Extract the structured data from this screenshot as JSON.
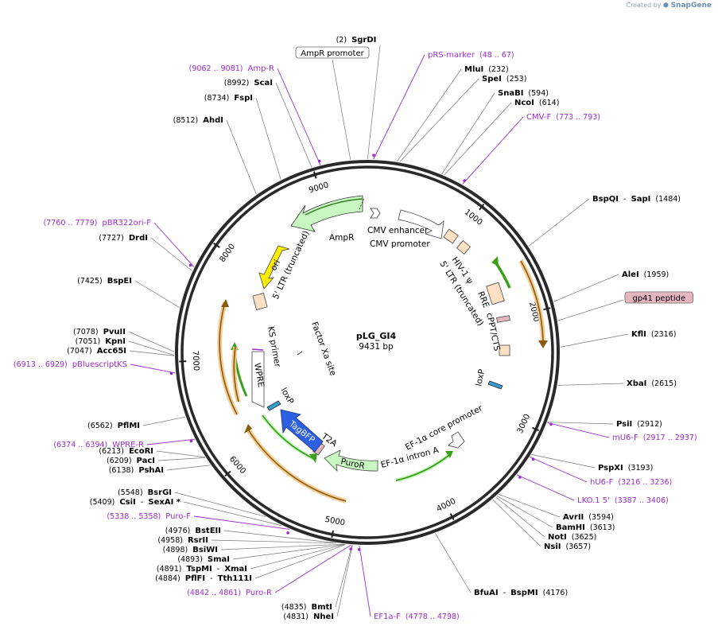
{
  "brand": {
    "created_by": "Created by",
    "product": "SnapGene"
  },
  "plasmid": {
    "name": "pLG_GI4",
    "size": "9431 bp",
    "length": 9431
  },
  "colors": {
    "primer": "#9b2bd0",
    "marker": "#222222",
    "ori": "#ffee00",
    "ampr": "#c9f7c2",
    "tagbfp": "#2d5fe3",
    "puror": "#c9f7c2",
    "ltr": "#ffe0c4",
    "gp41": "#e6b6bf"
  },
  "ticks": [
    {
      "bp": 1000,
      "label": "1000"
    },
    {
      "bp": 2000,
      "label": "2000"
    },
    {
      "bp": 3000,
      "label": "3000"
    },
    {
      "bp": 4000,
      "label": "4000"
    },
    {
      "bp": 5000,
      "label": "5000"
    },
    {
      "bp": 6000,
      "label": "6000"
    },
    {
      "bp": 7000,
      "label": "7000"
    },
    {
      "bp": 8000,
      "label": "8000"
    },
    {
      "bp": 9000,
      "label": "9000"
    }
  ],
  "sites": [
    {
      "id": "sgrdi",
      "bp": 2,
      "pos": "(2)",
      "name": "SgrDI",
      "side": "top"
    },
    {
      "id": "prs-marker",
      "bp": 48,
      "pos": "(48 .. 67)",
      "name": "pRS-marker",
      "type": "primer",
      "side": "right"
    },
    {
      "id": "mlui",
      "bp": 232,
      "pos": "(232)",
      "name": "MluI",
      "side": "right"
    },
    {
      "id": "spei",
      "bp": 253,
      "pos": "(253)",
      "name": "SpeI",
      "side": "right"
    },
    {
      "id": "snabi",
      "bp": 594,
      "pos": "(594)",
      "name": "SnaBI",
      "side": "right"
    },
    {
      "id": "ncoi",
      "bp": 614,
      "pos": "(614)",
      "name": "NcoI",
      "side": "right"
    },
    {
      "id": "cmv-f",
      "bp": 773,
      "pos": "(773 .. 793)",
      "name": "CMV-F",
      "type": "primer",
      "side": "right"
    },
    {
      "id": "bspqi",
      "bp": 1484,
      "pos": "(1484)",
      "name": "BspQI",
      "name2": "SapI",
      "side": "right"
    },
    {
      "id": "alei",
      "bp": 1959,
      "pos": "(1959)",
      "name": "AleI",
      "side": "right"
    },
    {
      "id": "gp41",
      "bp": 2110,
      "name": "gp41 peptide",
      "type": "box",
      "side": "right"
    },
    {
      "id": "kfli",
      "bp": 2316,
      "pos": "(2316)",
      "name": "KflI",
      "side": "right"
    },
    {
      "id": "xbai",
      "bp": 2615,
      "pos": "(2615)",
      "name": "XbaI",
      "side": "right"
    },
    {
      "id": "psii",
      "bp": 2912,
      "pos": "(2912)",
      "name": "PsiI",
      "side": "right"
    },
    {
      "id": "mu6-f",
      "bp": 2917,
      "pos": "(2917 .. 2937)",
      "name": "mU6-F",
      "type": "primer",
      "side": "right"
    },
    {
      "id": "pspxi",
      "bp": 3193,
      "pos": "(3193)",
      "name": "PspXI",
      "side": "right"
    },
    {
      "id": "hu6-f",
      "bp": 3216,
      "pos": "(3216 .. 3236)",
      "name": "hU6-F",
      "type": "primer",
      "side": "right"
    },
    {
      "id": "lko1",
      "bp": 3387,
      "pos": "(3387 .. 3406)",
      "name": "LKO.1 5'",
      "type": "primer",
      "side": "right"
    },
    {
      "id": "avrii",
      "bp": 3594,
      "pos": "(3594)",
      "name": "AvrII",
      "side": "right"
    },
    {
      "id": "bamhi",
      "bp": 3613,
      "pos": "(3613)",
      "name": "BamHI",
      "side": "right"
    },
    {
      "id": "noti",
      "bp": 3625,
      "pos": "(3625)",
      "name": "NotI",
      "side": "right"
    },
    {
      "id": "nsii",
      "bp": 3657,
      "pos": "(3657)",
      "name": "NsiI",
      "side": "right"
    },
    {
      "id": "bfuai",
      "bp": 4176,
      "pos": "(4176)",
      "name": "BfuAI",
      "name2": "BspMI",
      "side": "right"
    },
    {
      "id": "ef1a-f",
      "bp": 4778,
      "pos": "(4778 .. 4798)",
      "name": "EF1a-F",
      "type": "primer",
      "side": "right"
    },
    {
      "id": "nhei",
      "bp": 4831,
      "pos": "(4831)",
      "name": "NheI",
      "side": "left"
    },
    {
      "id": "bmti",
      "bp": 4835,
      "pos": "(4835)",
      "name": "BmtI",
      "side": "left"
    },
    {
      "id": "puro-r",
      "bp": 4842,
      "pos": "(4842 .. 4861)",
      "name": "Puro-R",
      "type": "primer",
      "side": "left"
    },
    {
      "id": "pflfi",
      "bp": 4884,
      "pos": "(4884)",
      "name": "PflFI",
      "name2": "Tth111I",
      "side": "left"
    },
    {
      "id": "tspmi",
      "bp": 4891,
      "pos": "(4891)",
      "name": "TspMI",
      "name2": "XmaI",
      "side": "left"
    },
    {
      "id": "smai",
      "bp": 4893,
      "pos": "(4893)",
      "name": "SmaI",
      "side": "left"
    },
    {
      "id": "bsiwi",
      "bp": 4898,
      "pos": "(4898)",
      "name": "BsiWI",
      "side": "left"
    },
    {
      "id": "rsrii",
      "bp": 4958,
      "pos": "(4958)",
      "name": "RsrII",
      "side": "left"
    },
    {
      "id": "bsteii",
      "bp": 4976,
      "pos": "(4976)",
      "name": "BstEII",
      "side": "left"
    },
    {
      "id": "puro-f",
      "bp": 5338,
      "pos": "(5338 .. 5358)",
      "name": "Puro-F",
      "type": "primer",
      "side": "left"
    },
    {
      "id": "csii",
      "bp": 5409,
      "pos": "(5409)",
      "name": "CsiI",
      "name2": "SexAI *",
      "side": "left"
    },
    {
      "id": "bsrgi",
      "bp": 5548,
      "pos": "(5548)",
      "name": "BsrGI",
      "side": "left"
    },
    {
      "id": "pshai",
      "bp": 6138,
      "pos": "(6138)",
      "name": "PshAI",
      "side": "left"
    },
    {
      "id": "paci",
      "bp": 6209,
      "pos": "(6209)",
      "name": "PacI",
      "side": "left"
    },
    {
      "id": "ecori",
      "bp": 6213,
      "pos": "(6213)",
      "name": "EcoRI",
      "side": "left"
    },
    {
      "id": "wpre-r",
      "bp": 6374,
      "pos": "(6374 .. 6394)",
      "name": "WPRE-R",
      "type": "primer",
      "side": "left"
    },
    {
      "id": "pflmi",
      "bp": 6562,
      "pos": "(6562)",
      "name": "PflMI",
      "side": "left"
    },
    {
      "id": "pbluescriptks",
      "bp": 6913,
      "pos": "(6913 .. 6929)",
      "name": "pBluescriptKS",
      "type": "primer",
      "side": "left"
    },
    {
      "id": "acc65i",
      "bp": 7047,
      "pos": "(7047)",
      "name": "Acc65I",
      "side": "left"
    },
    {
      "id": "kpni",
      "bp": 7051,
      "pos": "(7051)",
      "name": "KpnI",
      "side": "left"
    },
    {
      "id": "pvuii",
      "bp": 7078,
      "pos": "(7078)",
      "name": "PvuII",
      "side": "left"
    },
    {
      "id": "bspei",
      "bp": 7425,
      "pos": "(7425)",
      "name": "BspEI",
      "side": "left"
    },
    {
      "id": "drdi",
      "bp": 7727,
      "pos": "(7727)",
      "name": "DrdI",
      "side": "left"
    },
    {
      "id": "pbr322ori-f",
      "bp": 7760,
      "pos": "(7760 .. 7779)",
      "name": "pBR322ori-F",
      "type": "primer",
      "side": "left"
    },
    {
      "id": "ahdi",
      "bp": 8512,
      "pos": "(8512)",
      "name": "AhdI",
      "side": "left"
    },
    {
      "id": "fspi",
      "bp": 8734,
      "pos": "(8734)",
      "name": "FspI",
      "side": "left"
    },
    {
      "id": "scai",
      "bp": 8992,
      "pos": "(8992)",
      "name": "ScaI",
      "side": "left"
    },
    {
      "id": "amp-r",
      "bp": 9062,
      "pos": "(9062 .. 9081)",
      "name": "Amp-R",
      "type": "primer",
      "side": "left"
    },
    {
      "id": "ampr-promoter",
      "bp": 9300,
      "name": "AmpR promoter",
      "type": "box",
      "side": "left"
    }
  ],
  "features": [
    {
      "id": "cmv-enhancer",
      "label": "CMV enhancer"
    },
    {
      "id": "cmv-promoter",
      "label": "CMV promoter"
    },
    {
      "id": "hiv1-psi",
      "label": "HIV-1 ψ"
    },
    {
      "id": "ltr5-right",
      "label": "5' LTR (truncated)"
    },
    {
      "id": "rre",
      "label": "RRE"
    },
    {
      "id": "cppt",
      "label": "cPPT/CTS"
    },
    {
      "id": "loxp-right",
      "label": "loxP"
    },
    {
      "id": "ef1a-core",
      "label": "EF-1α core promoter"
    },
    {
      "id": "ef1a-intron",
      "label": "EF-1α intron A"
    },
    {
      "id": "puror",
      "label": "PuroR"
    },
    {
      "id": "t2a",
      "label": "T2A"
    },
    {
      "id": "tagbfp",
      "label": "TagBFP"
    },
    {
      "id": "loxp-left",
      "label": "loxP"
    },
    {
      "id": "wpre",
      "label": "WPRE"
    },
    {
      "id": "ks-primer",
      "label": "KS primer"
    },
    {
      "id": "factor-xa",
      "label": "Factor Xa site"
    },
    {
      "id": "ltr5-left",
      "label": "5' LTR (truncated)"
    },
    {
      "id": "ori",
      "label": "ori"
    },
    {
      "id": "ampr",
      "label": "AmpR"
    }
  ]
}
